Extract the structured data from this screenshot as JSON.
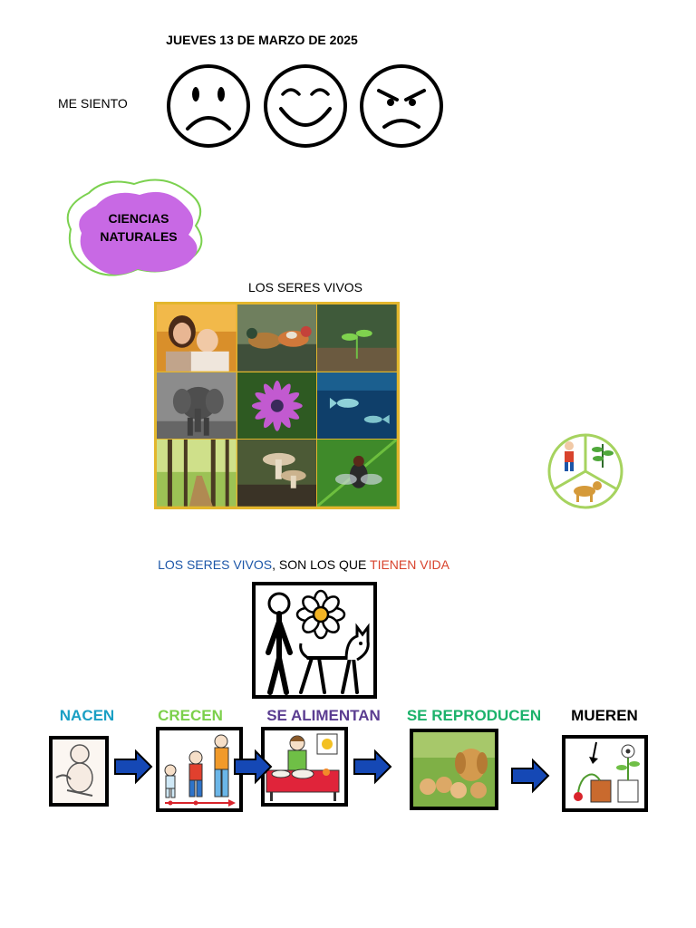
{
  "header": {
    "date": "JUEVES 13 DE MARZO DE 2025",
    "feeling_label": "ME SIENTO"
  },
  "faces": [
    {
      "icon": "sad-face-icon"
    },
    {
      "icon": "happy-face-icon"
    },
    {
      "icon": "angry-face-icon"
    }
  ],
  "subject": {
    "line1": "CIENCIAS",
    "line2": "NATURALES",
    "fill_color": "#c869e4",
    "outline_color": "#7bd14f"
  },
  "collage": {
    "title": "LOS SERES VIVOS"
  },
  "sentence": {
    "part1": "LOS SERES VIVOS",
    "part2": ", SON LOS QUE ",
    "part3": "TIENEN VIDA"
  },
  "stages": [
    {
      "label": "NACEN",
      "color": "#1a9fc4"
    },
    {
      "label": "CRECEN",
      "color": "#7cd04b"
    },
    {
      "label": "SE  ALIMENTAN",
      "color": "#5b3d91"
    },
    {
      "label": "SE REPRODUCEN",
      "color": "#1cb26b"
    },
    {
      "label": "MUEREN",
      "color": "#000000"
    }
  ],
  "colors": {
    "arrow": "#1548b5",
    "collage_frame": "#e3b62d"
  }
}
